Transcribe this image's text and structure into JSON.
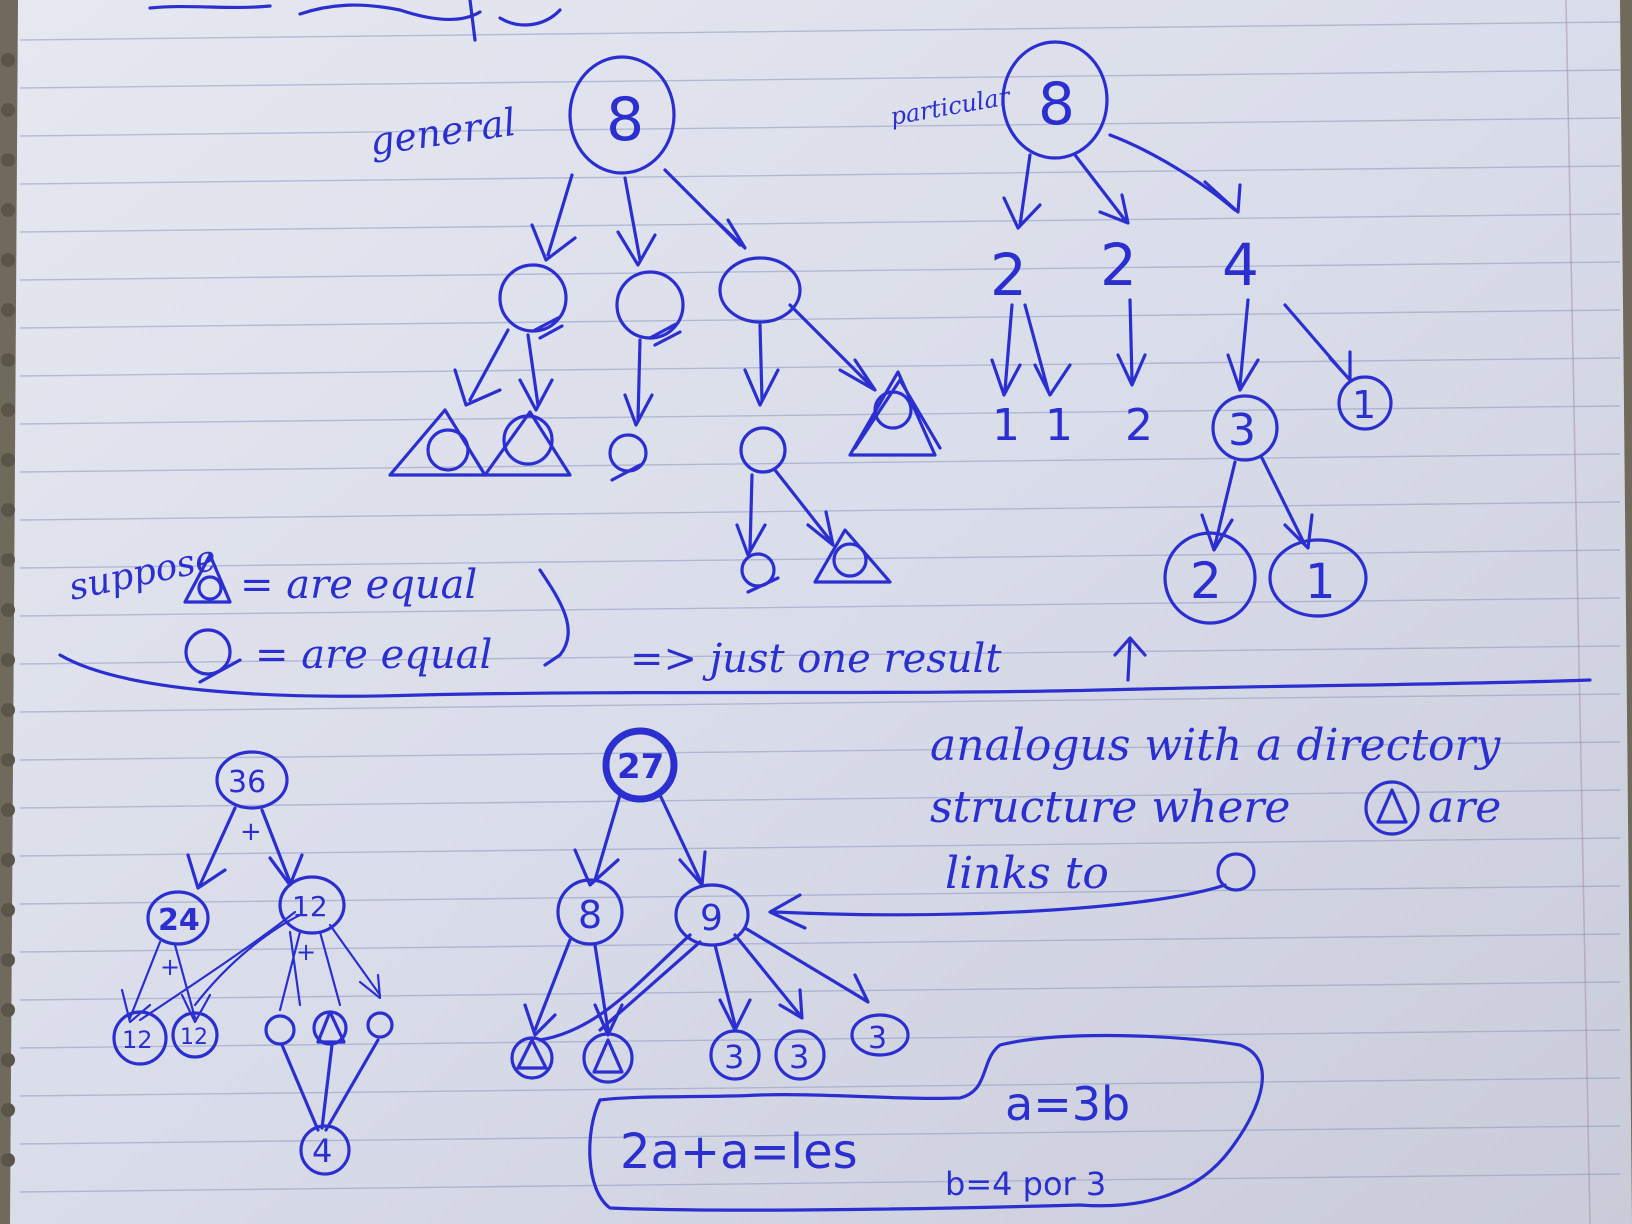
{
  "diagram": {
    "header_scribble": "",
    "general": {
      "label": "general",
      "root": "8",
      "legend": {
        "label": "suppose",
        "triangles_text": "= are equal",
        "circles_text": "= are equal",
        "conclusion": "=> just one result"
      }
    },
    "particular": {
      "label": "particular",
      "root": "8",
      "level1": [
        "2",
        "2",
        "4"
      ],
      "level2": [
        "1",
        "1",
        "2"
      ],
      "circled_level2": [
        "3",
        "1"
      ],
      "level3": [
        "2",
        "1"
      ]
    },
    "analogy_note": {
      "line1": "analogus with a directory",
      "line2": "structure where",
      "line2b": "are",
      "line3": "links to"
    },
    "tree_36": {
      "root": "36",
      "root_op": "+",
      "children": [
        "24",
        "12"
      ],
      "left_op": "+",
      "right_op": "+",
      "leaves_left": [
        "12",
        "12"
      ],
      "bottom": "4"
    },
    "tree_27": {
      "root": "27",
      "children": [
        "8",
        "9"
      ],
      "leaves": [
        "3",
        "3",
        "3"
      ]
    },
    "equation_box": {
      "eq1": "2a+a=les",
      "eq2": "a=3b",
      "eq3": "b=4 por 3"
    }
  },
  "colors": {
    "ink": "#2b2fd0",
    "paper": "#dfe2ec"
  }
}
